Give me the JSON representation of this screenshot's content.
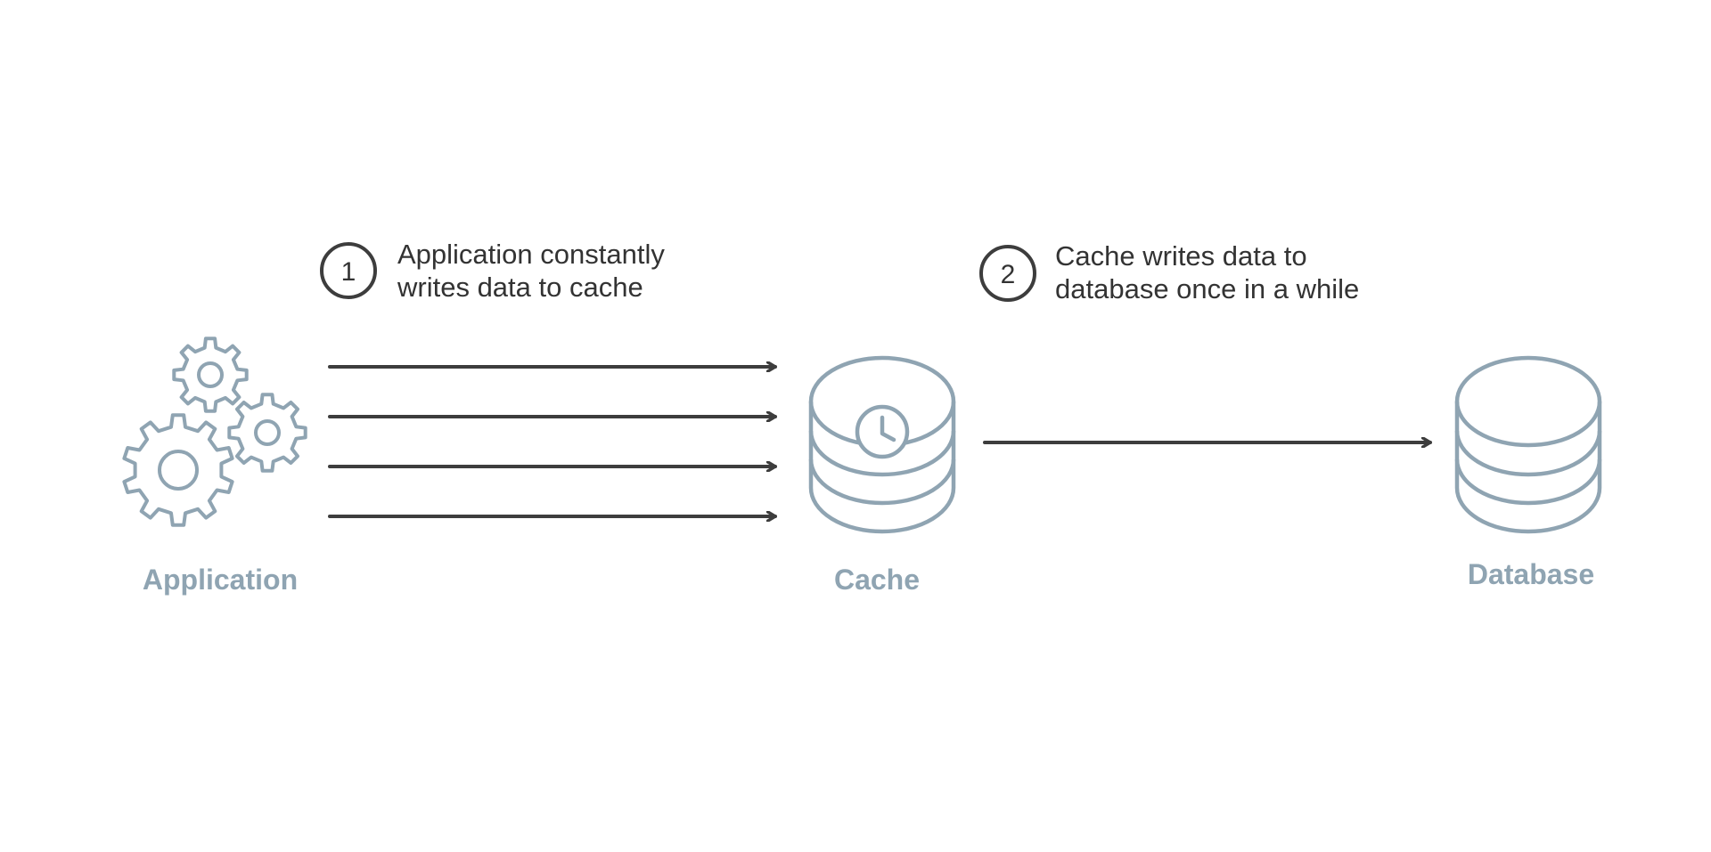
{
  "colors": {
    "icon": "#8fa4b2",
    "arrow": "#3d3d3d",
    "text": "#333333",
    "background": "#ffffff"
  },
  "steps": [
    {
      "number": "1",
      "line1": "Application constantly",
      "line2": "writes data to cache"
    },
    {
      "number": "2",
      "line1": "Cache writes data to",
      "line2": "database once in a while"
    }
  ],
  "nodes": {
    "application": {
      "label": "Application",
      "icon": "gears-icon"
    },
    "cache": {
      "label": "Cache",
      "icon": "database-clock-icon"
    },
    "database": {
      "label": "Database",
      "icon": "database-icon"
    }
  }
}
